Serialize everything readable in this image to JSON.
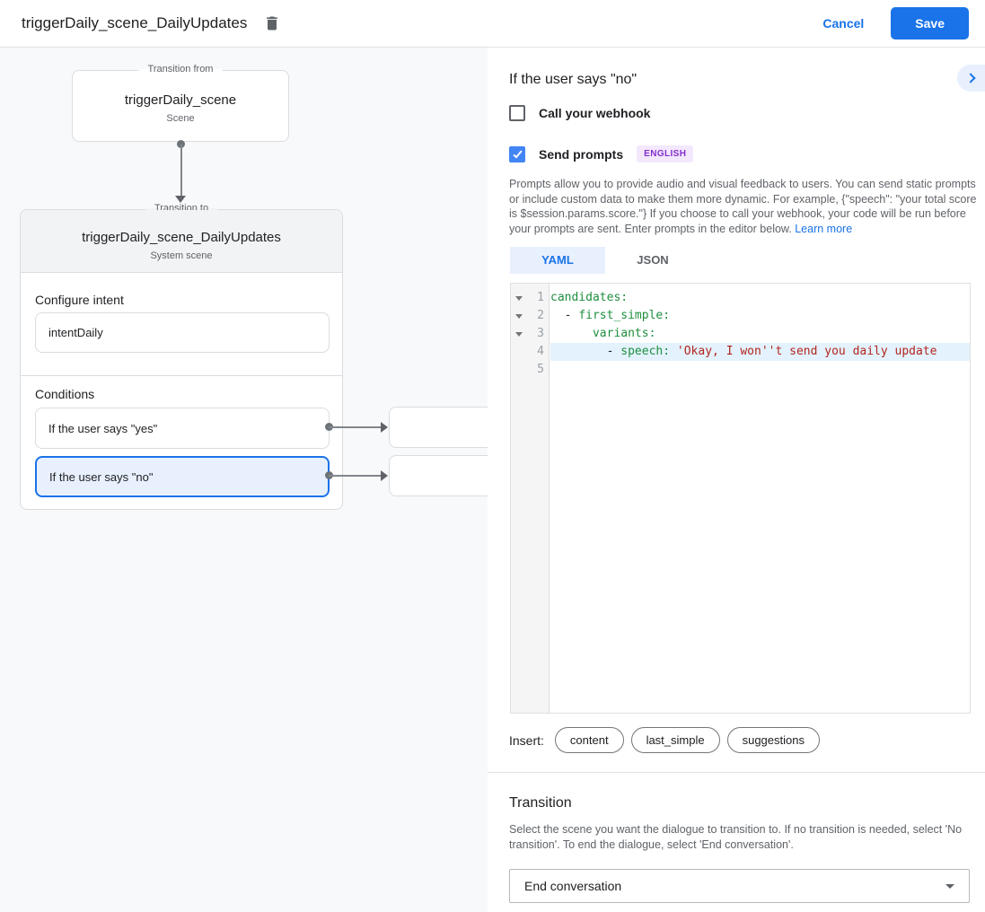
{
  "topbar": {
    "title": "triggerDaily_scene_DailyUpdates",
    "cancel_label": "Cancel",
    "save_label": "Save"
  },
  "diagram": {
    "from_node": {
      "legend": "Transition from",
      "title": "triggerDaily_scene",
      "subtitle": "Scene"
    },
    "to_node": {
      "legend": "Transition to",
      "title": "triggerDaily_scene_DailyUpdates",
      "subtitle": "System scene",
      "intent_section": {
        "label": "Configure intent",
        "value": "intentDaily"
      },
      "conditions_section": {
        "label": "Conditions",
        "items": [
          {
            "label": "If the user says \"yes\"",
            "selected": false
          },
          {
            "label": "If the user says \"no\"",
            "selected": true
          }
        ]
      }
    }
  },
  "panel": {
    "header": "If the user says \"no\"",
    "webhook_checkbox": {
      "label": "Call your webhook",
      "checked": false
    },
    "prompts_checkbox": {
      "label": "Send prompts",
      "checked": true,
      "language_badge": "ENGLISH"
    },
    "description": "Prompts allow you to provide audio and visual feedback to users. You can send static prompts or include custom data to make them more dynamic. For example, {\"speech\": \"your total score is $session.params.score.\"} If you choose to call your webhook, your code will be run before your prompts are sent. Enter prompts in the editor below.",
    "learn_more_label": "Learn more",
    "tabs": [
      {
        "label": "YAML",
        "active": true
      },
      {
        "label": "JSON",
        "active": false
      }
    ],
    "editor": {
      "lines": [
        {
          "num": "1",
          "indent": "",
          "key": "candidates:",
          "string": ""
        },
        {
          "num": "2",
          "indent": "  - ",
          "key": "first_simple:",
          "string": ""
        },
        {
          "num": "3",
          "indent": "      ",
          "key": "variants:",
          "string": ""
        },
        {
          "num": "4",
          "indent": "        - ",
          "key": "speech: ",
          "string": "'Okay, I won''t send you daily update"
        },
        {
          "num": "5",
          "indent": "",
          "key": "",
          "string": ""
        }
      ]
    },
    "insert": {
      "label": "Insert:",
      "chips": [
        "content",
        "last_simple",
        "suggestions"
      ]
    },
    "transition": {
      "heading": "Transition",
      "description": "Select the scene you want the dialogue to transition to. If no transition is needed, select 'No transition'. To end the dialogue, select 'End conversation'.",
      "select_value": "End conversation"
    }
  },
  "colors": {
    "accent": "#1a73e8",
    "selected_bg": "#e8f0fe",
    "checkbox_checked": "#4285f4",
    "code_key": "#1e8e3e",
    "code_string": "#b3261e",
    "badge_bg": "#f3e8fd",
    "badge_text": "#8430ce",
    "canvas_bg": "#f8f9fa"
  }
}
